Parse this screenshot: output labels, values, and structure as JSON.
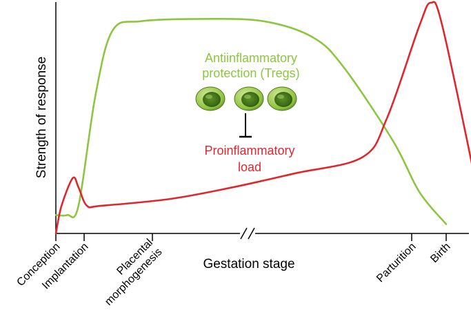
{
  "chart_data": {
    "type": "line",
    "xlabel": "Gestation stage",
    "ylabel": "Strength of response",
    "x_ticks": [
      "Conception",
      "Implantation",
      "Placental morphogenesis",
      "Parturition",
      "Birth"
    ],
    "x_ticks_lines": [
      [
        "Conception"
      ],
      [
        "Implantation"
      ],
      [
        "Placental",
        "morphogenesis"
      ],
      [
        "Parturition"
      ],
      [
        "Birth"
      ]
    ],
    "x_axis_break": true,
    "y_ticks": [],
    "series": [
      {
        "name": "Antiinflammatory protection (Tregs)",
        "color": "#8cc63f",
        "points": [
          [
            0,
            0.08
          ],
          [
            0.2,
            0.08
          ],
          [
            0.4,
            0.12
          ],
          [
            0.7,
            0.6
          ],
          [
            1.0,
            0.88
          ],
          [
            1.5,
            0.92
          ],
          [
            2.5,
            0.93
          ],
          [
            3.5,
            0.92
          ],
          [
            4.3,
            0.85
          ],
          [
            4.8,
            0.72
          ],
          [
            5.6,
            0.4
          ],
          [
            6.0,
            0.18
          ],
          [
            6.35,
            0.04
          ]
        ]
      },
      {
        "name": "Proinflammatory load",
        "color": "#e0262c",
        "points": [
          [
            0,
            0.0
          ],
          [
            0.1,
            0.12
          ],
          [
            0.3,
            0.24
          ],
          [
            0.4,
            0.2
          ],
          [
            0.55,
            0.12
          ],
          [
            0.8,
            0.12
          ],
          [
            2.0,
            0.15
          ],
          [
            3.0,
            0.2
          ],
          [
            4.0,
            0.26
          ],
          [
            5.1,
            0.33
          ],
          [
            5.5,
            0.5
          ],
          [
            6.0,
            0.9
          ],
          [
            6.15,
            1.0
          ],
          [
            6.3,
            0.9
          ],
          [
            6.75,
            0.2
          ]
        ]
      }
    ],
    "annotations": {
      "protection_lines": [
        "Antiinflammatory",
        "protection (Tregs)"
      ],
      "load_lines": [
        "Proinflammatory",
        "load"
      ]
    }
  }
}
